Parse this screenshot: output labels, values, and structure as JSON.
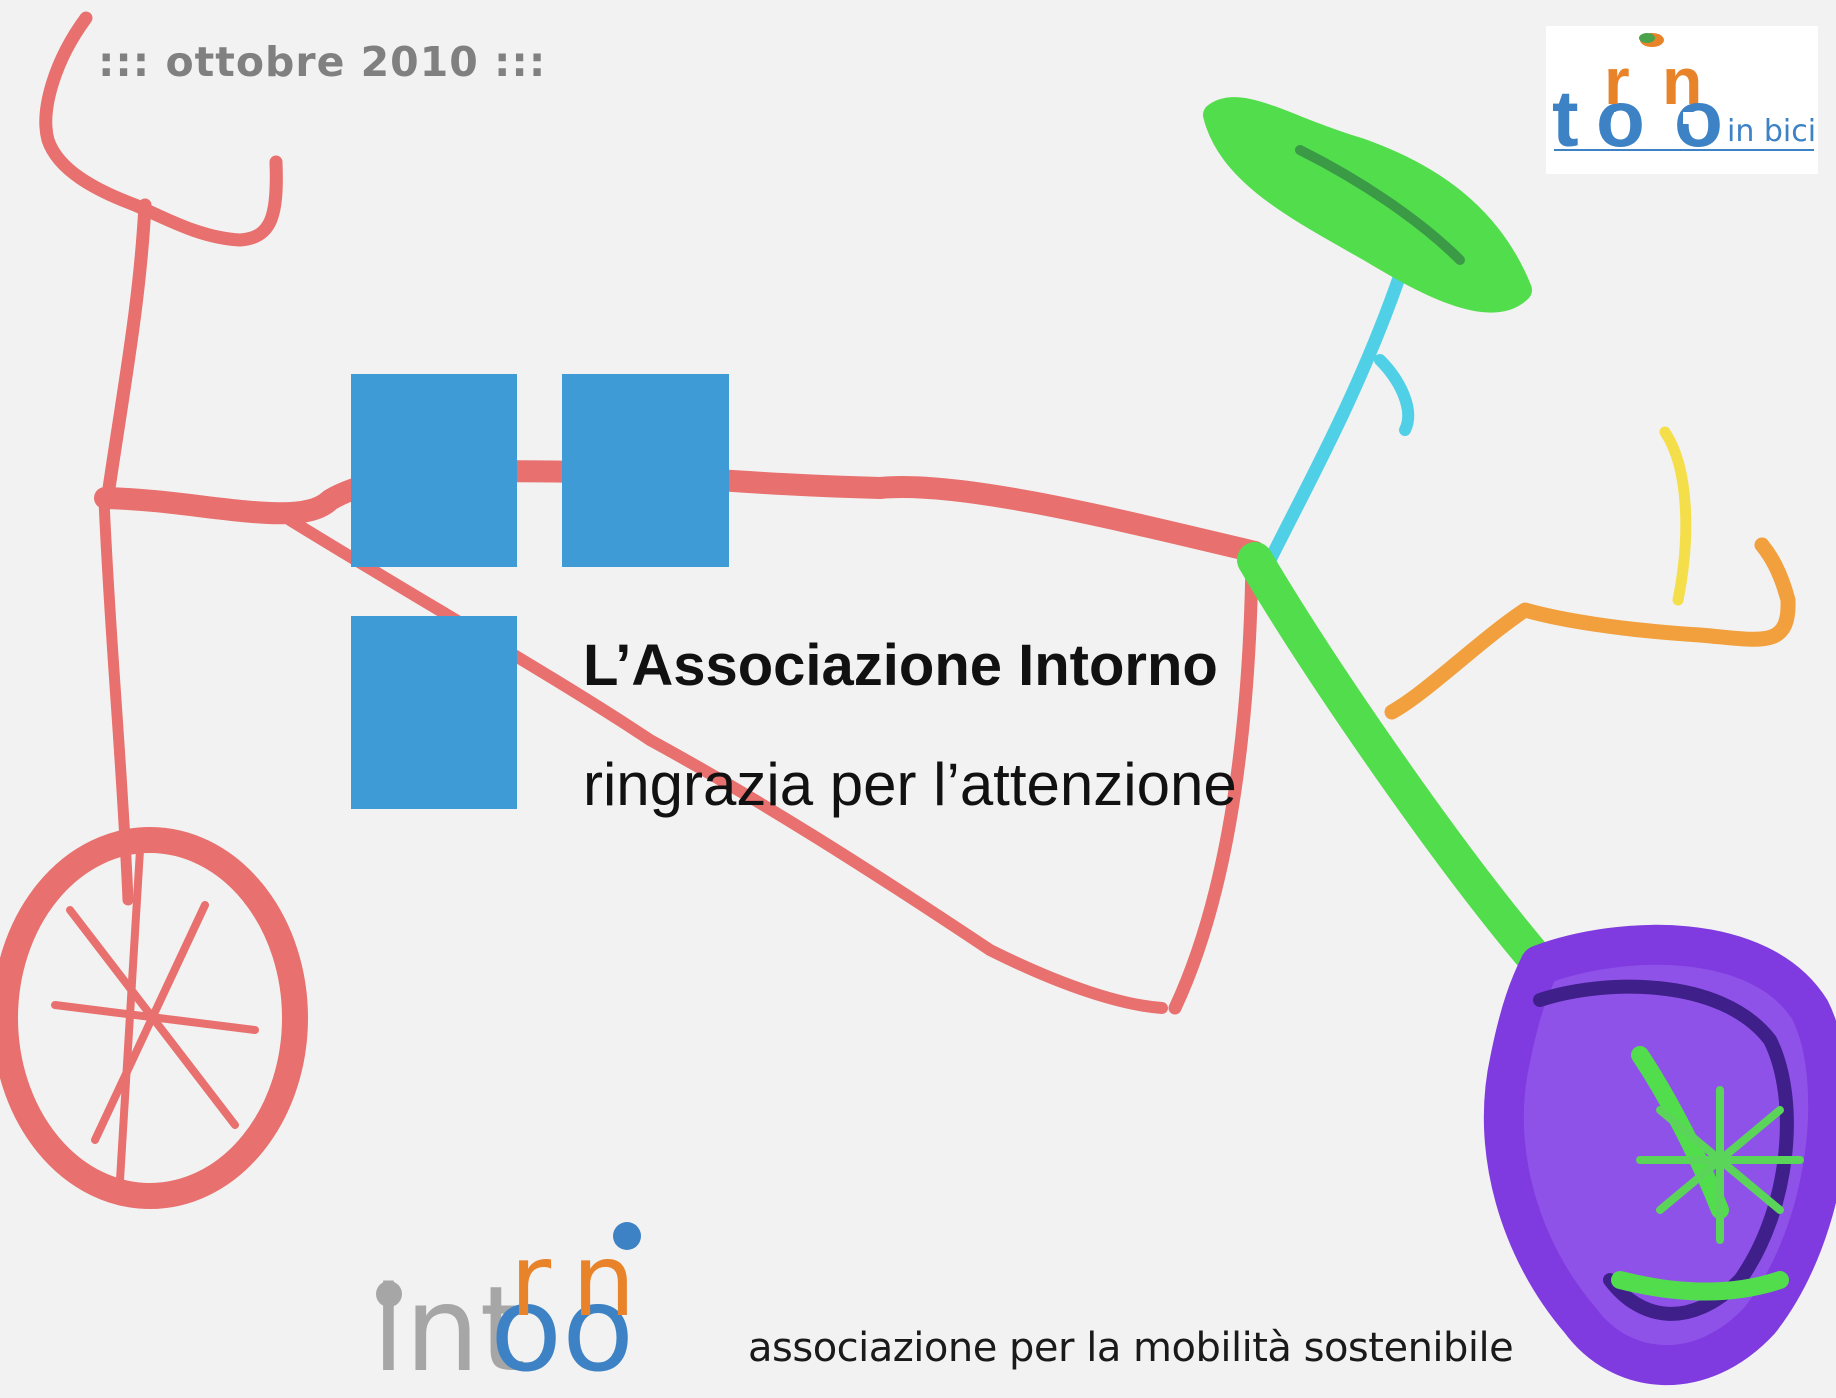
{
  "slide": {
    "date_label": "::: ottobre 2010 :::",
    "title": "L’Associazione Intorno",
    "subtitle": "ringrazia per l’attenzione",
    "tagline": "associazione per la mobilità sostenibile"
  },
  "logos": {
    "top_right": {
      "brand": "torino",
      "suffix": "in bici"
    },
    "bottom": {
      "brand": "intorno"
    }
  },
  "colors": {
    "square_blue": "#3e9bd6",
    "frame_red": "#e8706e",
    "logo_blue": "#3d82c4",
    "logo_orange": "#e9832a",
    "logo_gray": "#a6a6a6"
  }
}
